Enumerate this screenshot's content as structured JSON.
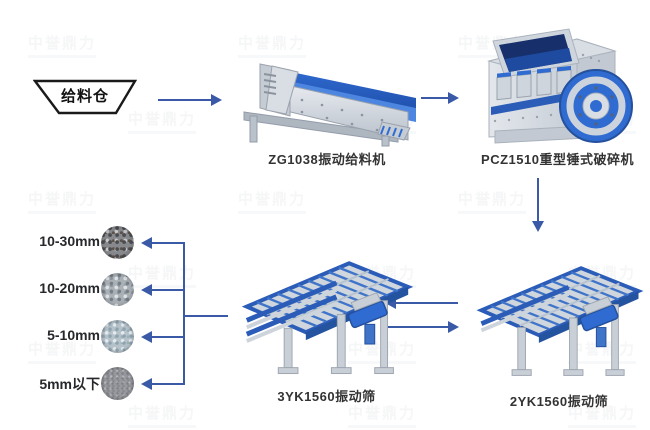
{
  "diagram": {
    "type": "process-flow",
    "industry_line": "stone crushing and screening plant",
    "feed_bin": {
      "label": "给料仓"
    },
    "feeder": {
      "label": "ZG1038振动给料机"
    },
    "crusher": {
      "label": "PCZ1510重型锤式破碎机"
    },
    "screen_right": {
      "label": "2YK1560振动筛",
      "decks": 2
    },
    "screen_left": {
      "label": "3YK1560振动筛",
      "decks": 3
    },
    "products": [
      {
        "label": "10-30mm"
      },
      {
        "label": "10-20mm"
      },
      {
        "label": "5-10mm"
      },
      {
        "label": "5mm以下"
      }
    ],
    "connections": [
      {
        "from": "给料仓",
        "to": "ZG1038振动给料机"
      },
      {
        "from": "ZG1038振动给料机",
        "to": "PCZ1510重型锤式破碎机"
      },
      {
        "from": "PCZ1510重型锤式破碎机",
        "to": "2YK1560振动筛"
      },
      {
        "from": "2YK1560振动筛",
        "to": "3YK1560振动筛"
      },
      {
        "from": "3YK1560振动筛",
        "to": "2YK1560振动筛"
      },
      {
        "from": "3YK1560振动筛",
        "to": "10-30mm, 10-20mm, 5-10mm, 5mm以下"
      }
    ]
  },
  "watermark": {
    "text": "中誉鼎力"
  },
  "colors": {
    "arrow": "#3a5aa8",
    "machine_blue": "#2f6bd0",
    "deck_rail_blue": "#2a5cb8",
    "hopper_dark_blue": "#17306b",
    "steel_gray": "#d6dbe2",
    "label_ink": "#333333",
    "background": "#ffffff"
  }
}
